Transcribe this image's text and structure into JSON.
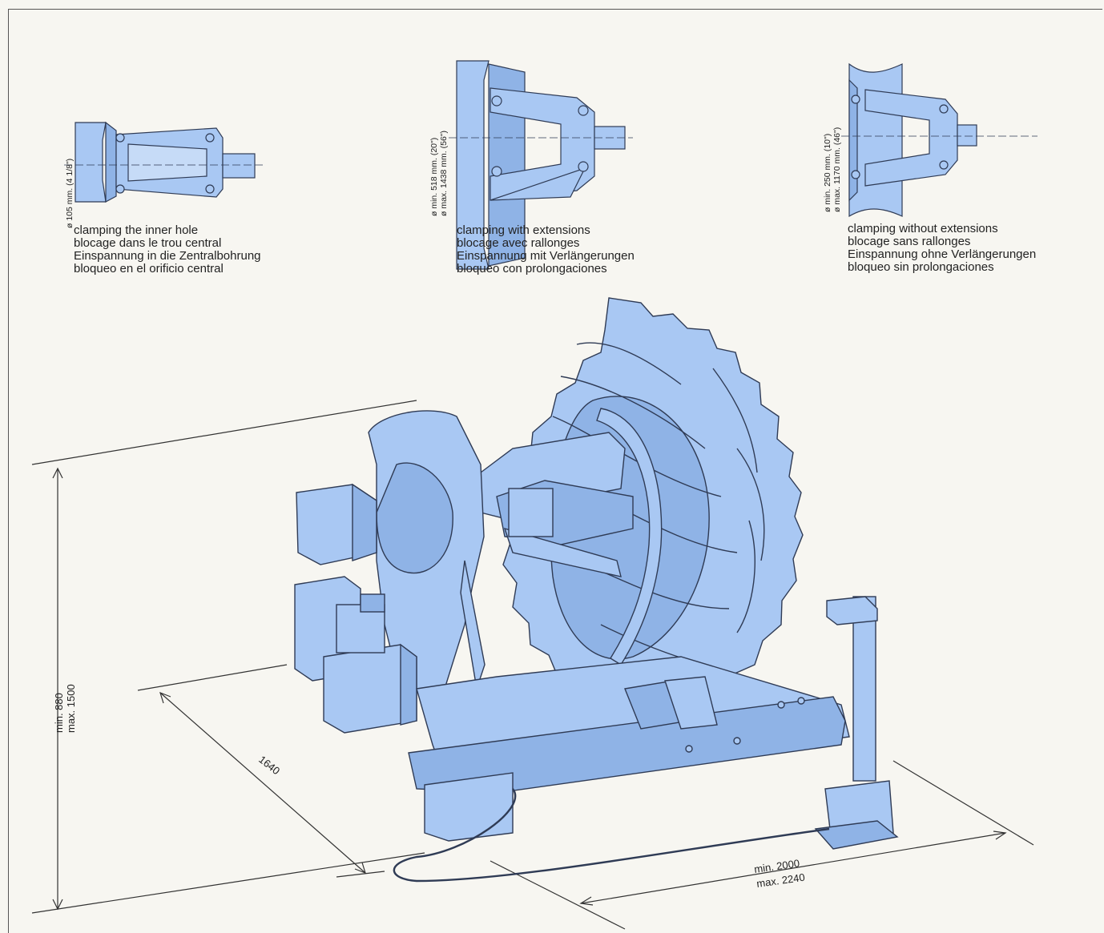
{
  "colors": {
    "part_fill": "#a9c8f3",
    "part_fill_dark": "#8fb3e6",
    "line": "#2f3b55",
    "background": "#f7f6f1"
  },
  "clamp_modes": [
    {
      "dimension": "ø 105 mm. (4 1/8\")",
      "lines": [
        "clamping the inner hole",
        "blocage dans le trou central",
        "Einspannung in die Zentralbohrung",
        "bloqueo en el orificio central"
      ]
    },
    {
      "dimension_min": "ø min. 518 mm. (20\")",
      "dimension_max": "ø max. 1438 mm. (56\")",
      "lines": [
        "clamping with extensions",
        "blocage avec rallonges",
        "Einspannung mit Verlängerungen",
        "bloqueo con prolongaciones"
      ]
    },
    {
      "dimension_min": "ø min. 250 mm. (10\")",
      "dimension_max": "ø max. 1170 mm. (46\")",
      "lines": [
        "clamping without extensions",
        "blocage sans rallonges",
        "Einspannung ohne Verlängerungen",
        "bloqueo sin prolongaciones"
      ]
    }
  ],
  "machine_dimensions": {
    "height_min": "min. 880",
    "height_max": "max. 1500",
    "depth": "1640",
    "length_min": "min. 2000",
    "length_max": "max. 2240"
  }
}
